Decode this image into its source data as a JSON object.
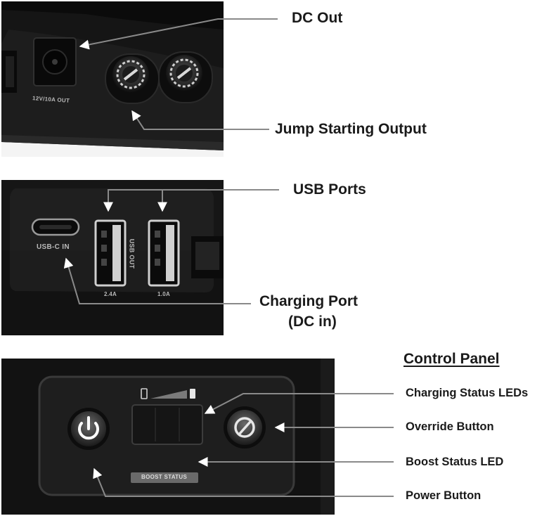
{
  "labels": {
    "dc_out": "DC Out",
    "jump_starting_output": "Jump Starting Output",
    "usb_ports": "USB Ports",
    "charging_port_line1": "Charging Port",
    "charging_port_line2": "(DC in)",
    "control_panel": "Control Panel",
    "charging_status_leds": "Charging Status LEDs",
    "override_button": "Override Button",
    "boost_status_led": "Boost Status LED",
    "power_button": "Power Button"
  },
  "device_print": {
    "dc_port": "12V/10A OUT",
    "usb_c": "USB-C IN",
    "usb_out": "USB OUT",
    "usb_a1_rating": "2.4A",
    "usb_a2_rating": "1.0A",
    "boost_status": "BOOST STATUS"
  },
  "colors": {
    "leader_line": "#8a8a8a",
    "label_text": "#1a1a1a",
    "device_body": "#141414"
  }
}
